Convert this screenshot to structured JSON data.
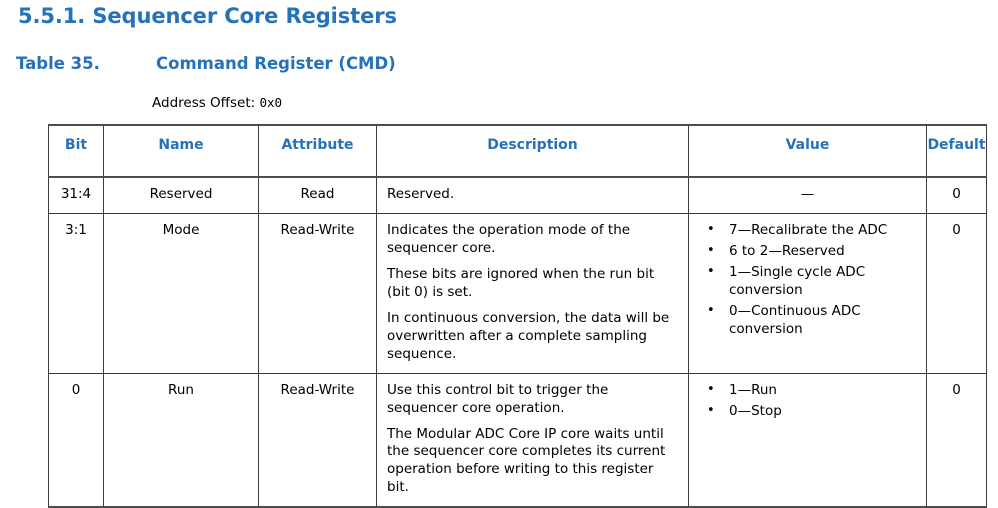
{
  "document": {
    "section_heading": "5.5.1. Sequencer Core Registers",
    "caption_label": "Table 35.",
    "caption_title": "Command Register (CMD)",
    "address_offset_label": "Address Offset:",
    "address_offset_value": "0x0",
    "heading_color": "#2672B9"
  },
  "table": {
    "headers": [
      "Bit",
      "Name",
      "Attribute",
      "Description",
      "Value",
      "Default"
    ],
    "rows": [
      {
        "bit": "31:4",
        "name": "Reserved",
        "attribute": "Read",
        "description": [
          "Reserved."
        ],
        "values": [],
        "value_dash": "—",
        "default": "0"
      },
      {
        "bit": "3:1",
        "name": "Mode",
        "attribute": "Read-Write",
        "description": [
          "Indicates the operation mode of the sequencer core.",
          "These bits are ignored when the run bit (bit 0) is set.",
          "In continuous conversion, the data will be overwritten after a complete sampling sequence."
        ],
        "values": [
          "7—Recalibrate the ADC",
          "6 to 2—Reserved",
          "1—Single cycle ADC conversion",
          "0—Continuous ADC conversion"
        ],
        "value_dash": "",
        "default": "0"
      },
      {
        "bit": "0",
        "name": "Run",
        "attribute": "Read-Write",
        "description": [
          "Use this control bit to trigger the sequencer core operation.",
          "The Modular ADC Core IP core waits until the sequencer core completes its current operation before writing to this register bit."
        ],
        "values": [
          "1—Run",
          "0—Stop"
        ],
        "value_dash": "",
        "default": "0"
      }
    ]
  }
}
